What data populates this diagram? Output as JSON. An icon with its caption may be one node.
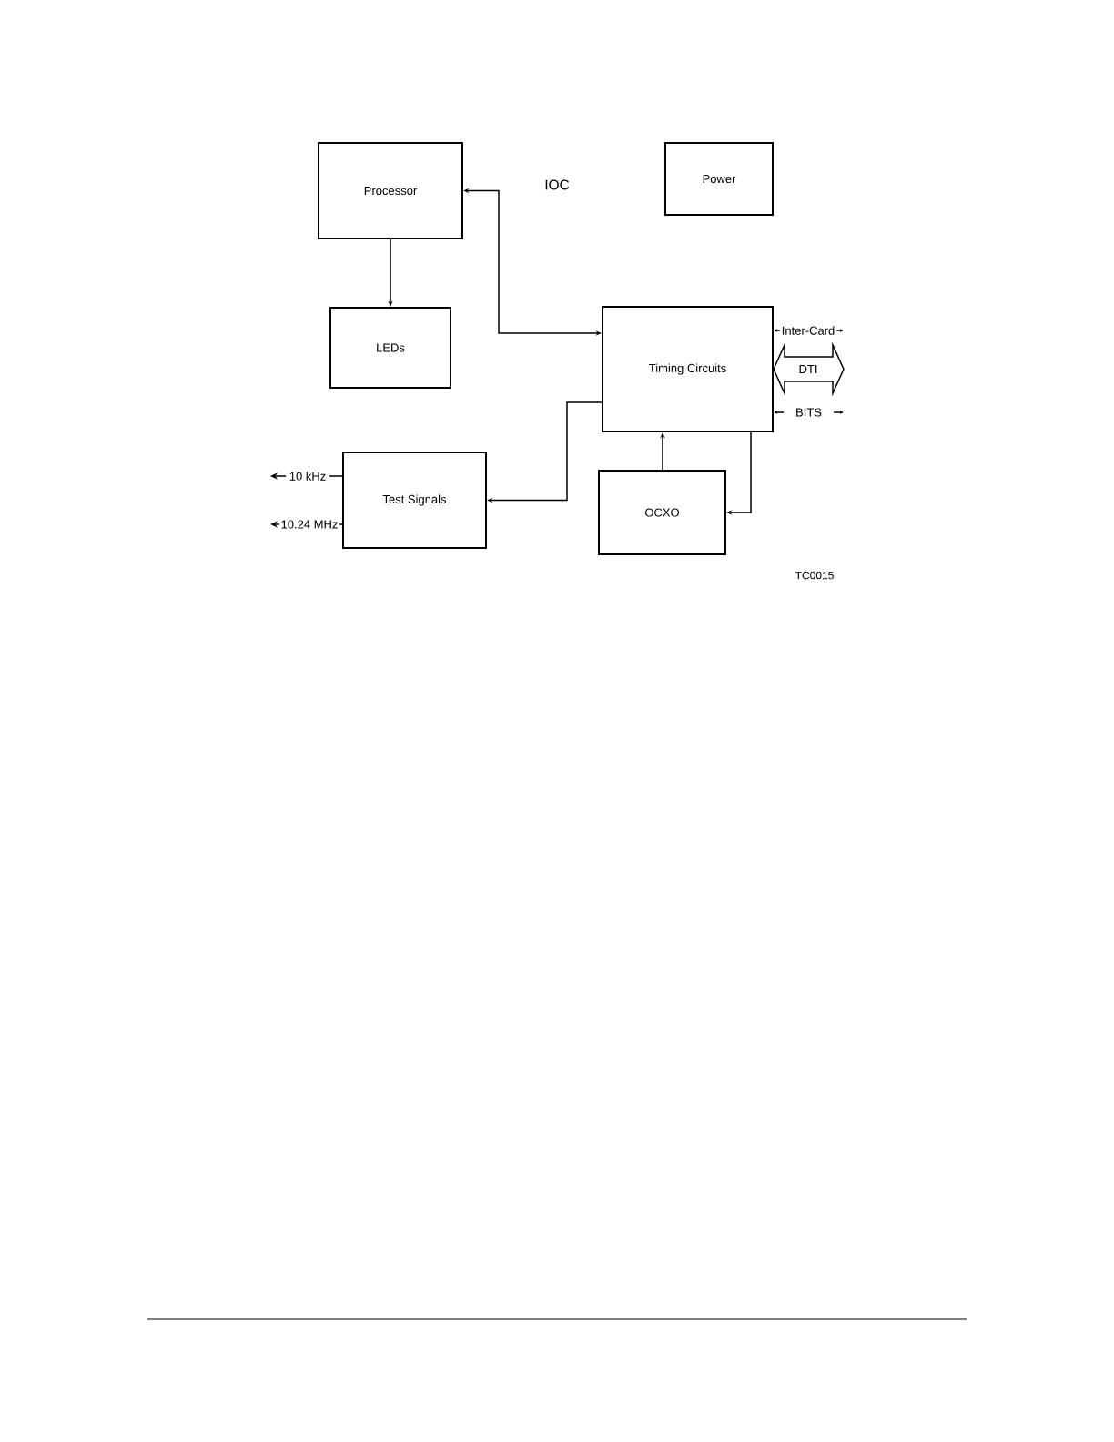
{
  "diagram": {
    "nodes": [
      {
        "text": [
          "Processor"
        ]
      },
      {
        "text": [
          "Power"
        ]
      },
      {
        "text": [
          "LEDs"
        ]
      },
      {
        "text": [
          "Timing Circuits"
        ]
      },
      {
        "text": [
          "Test Signals"
        ]
      },
      {
        "text": [
          "OCXO"
        ]
      }
    ],
    "edges": [
      {
        "from": 0,
        "to": 2,
        "arrow": "to"
      },
      {
        "from": 0,
        "to": 3,
        "arrow": "both"
      },
      {
        "from": 3,
        "to": 4,
        "arrow": "to"
      },
      {
        "from": 5,
        "to": 3,
        "arrow": "to"
      },
      {
        "from": 3,
        "to": 5,
        "arrow": "to"
      },
      {
        "from": 3,
        "to": null,
        "arrow": "both",
        "label": "Inter-Card"
      },
      {
        "from": 3,
        "to": null,
        "arrow": "both",
        "label": "DTI",
        "style": "thick"
      },
      {
        "from": 3,
        "to": null,
        "arrow": "both",
        "label": "BITS"
      },
      {
        "from": 4,
        "to": null,
        "arrow": "to",
        "label": "10 kHz"
      },
      {
        "from": 4,
        "to": null,
        "arrow": "to",
        "label": "10.24 MHz"
      }
    ],
    "labels": [
      "IOC",
      "TC0015"
    ]
  }
}
